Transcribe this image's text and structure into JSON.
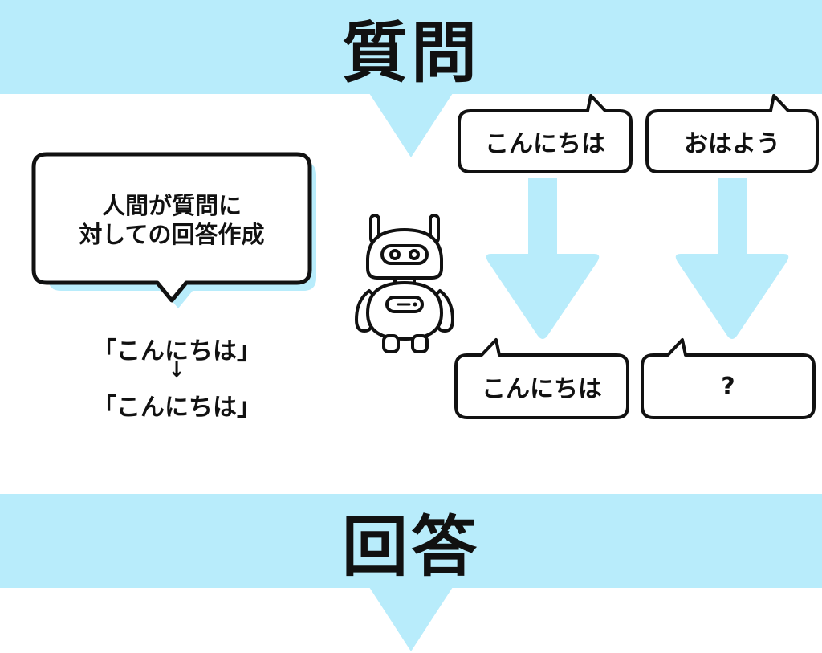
{
  "question_banner": {
    "title": "質問"
  },
  "answer_banner": {
    "title": "回答"
  },
  "note_bubble": {
    "line1": "人間が質問に",
    "line2": "対しての回答作成"
  },
  "example": {
    "input": "「こんにちは」",
    "arrow": "↓",
    "output": "「こんにちは」"
  },
  "flows": [
    {
      "question": "こんにちは",
      "answer": "こんにちは"
    },
    {
      "question": "おはよう",
      "answer": "?"
    }
  ],
  "colors": {
    "accent": "#b8ecfb",
    "outline": "#111111",
    "shadow": "#b8ecfb"
  },
  "icons": {
    "robot": "robot-icon",
    "down_arrow": "down-arrow-icon"
  }
}
